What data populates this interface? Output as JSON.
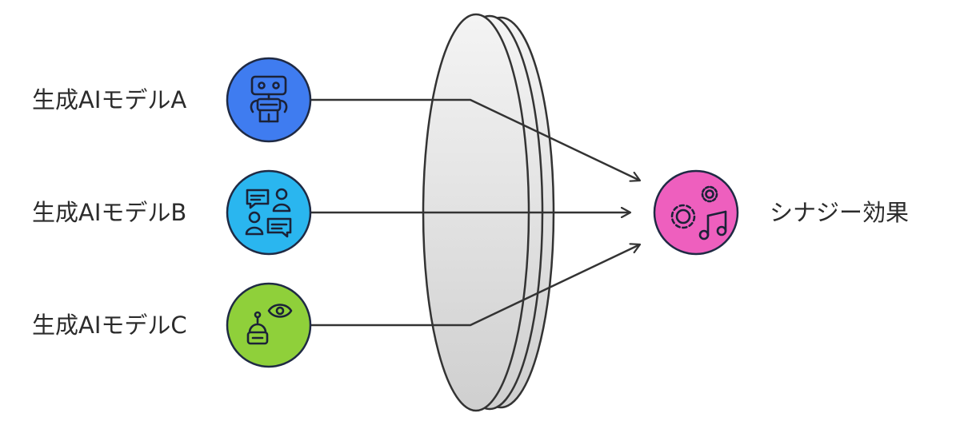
{
  "inputs": [
    {
      "label": "生成AIモデルA",
      "icon": "robot-icon",
      "color": "#3f7cf0"
    },
    {
      "label": "生成AIモデルB",
      "icon": "people-chat-icon",
      "color": "#2ab6ef"
    },
    {
      "label": "生成AIモデルC",
      "icon": "robot-eye-icon",
      "color": "#8fd03a"
    }
  ],
  "output": {
    "label": "シナジー効果",
    "icon": "gears-music-icon",
    "color": "#ee5fbe"
  },
  "lens": {
    "fill": "#e6e6e6",
    "stroke": "#333333"
  }
}
